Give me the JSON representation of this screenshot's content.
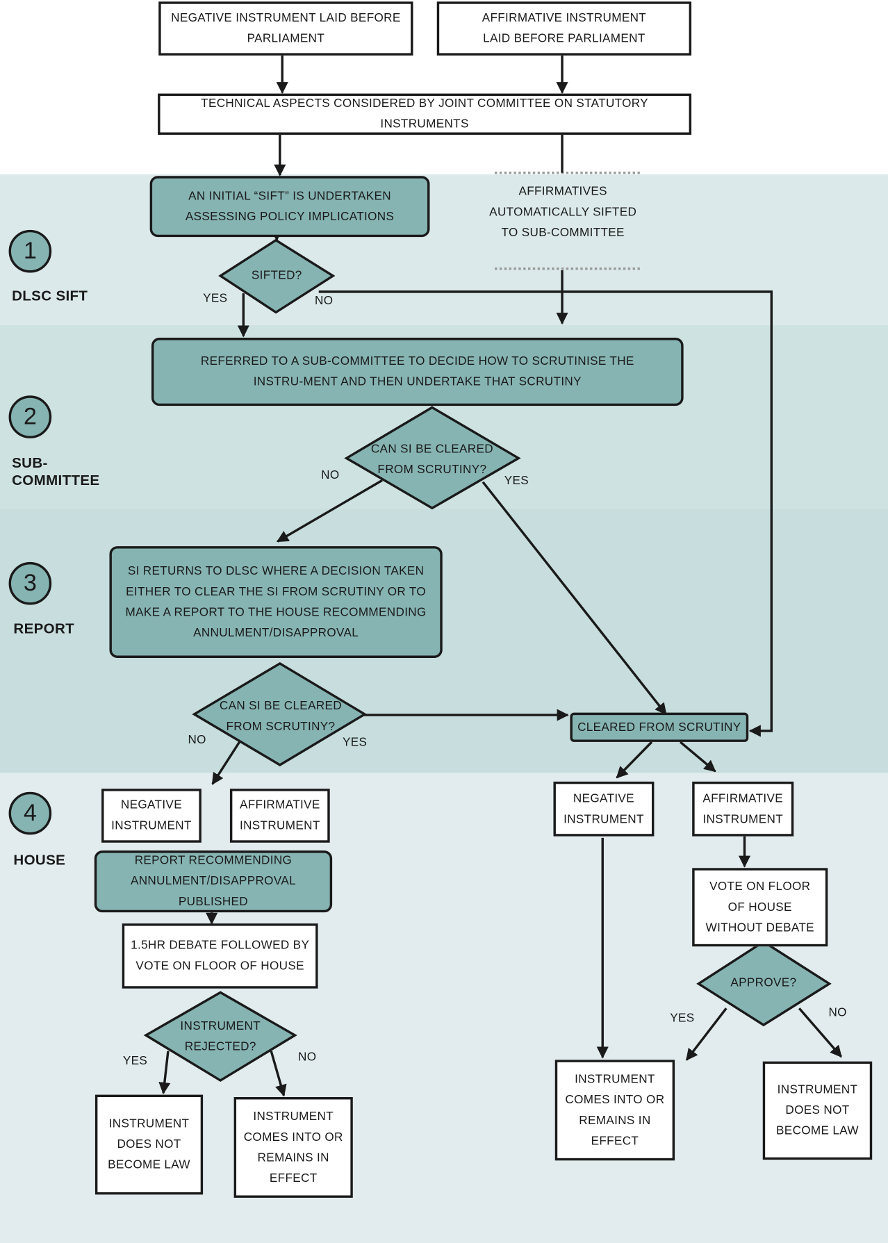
{
  "nodes": {
    "negative_laid": "NEGATIVE INSTRUMENT LAID BEFORE PARLIAMENT",
    "affirmative_laid": "AFFIRMATIVE INSTRUMENT LAID BEFORE PARLIAMENT",
    "technical": "TECHNICAL ASPECTS CONSIDERED BY JOINT COMMITTEE ON STATUTORY INSTRUMENTS",
    "initial_sift": "AN INITIAL “SIFT” IS UNDERTAKEN ASSESSING POLICY IMPLICATIONS",
    "affirmatives_sifted": "AFFIRMATIVES AUTOMATICALLY SIFTED TO SUB-COMMITTEE",
    "sifted_q": "SIFTED?",
    "referred": "REFERRED TO A SUB-COMMITTEE TO DECIDE HOW TO SCRUTINISE THE INSTRU-MENT AND THEN UNDERTAKE THAT SCRUTINY",
    "cleared_q1": "CAN SI BE CLEARED FROM SCRUTINY?",
    "returns": "SI RETURNS TO DLSC WHERE A DECISION TAKEN EITHER TO CLEAR THE SI FROM SCRUTINY OR TO MAKE A REPORT TO THE HOUSE RECOMMENDING ANNULMENT/DISAPPROVAL",
    "cleared_q2": "CAN SI BE CLEARED FROM SCRUTINY?",
    "cleared": "CLEARED FROM SCRUTINY",
    "neg_left": "NEGATIVE INSTRUMENT",
    "aff_left": "AFFIRMATIVE INSTRUMENT",
    "report_published": "REPORT RECOMMENDING ANNULMENT/DISAPPROVAL PUBLISHED",
    "debate": "1.5HR DEBATE FOLLOWED BY VOTE ON FLOOR OF HOUSE",
    "rejected_q": "INSTRUMENT REJECTED?",
    "not_law_left": "INSTRUMENT DOES NOT BECOME LAW",
    "effect_left": "INSTRUMENT COMES INTO OR REMAINS IN EFFECT",
    "neg_right": "NEGATIVE INSTRUMENT",
    "aff_right": "AFFIRMATIVE INSTRUMENT",
    "vote_no_debate": "VOTE ON FLOOR OF HOUSE WITHOUT DEBATE",
    "approve_q": "APPROVE?",
    "effect_right": "INSTRUMENT COMES INTO OR REMAINS IN EFFECT",
    "not_law_right": "INSTRUMENT DOES NOT BECOME LAW"
  },
  "edge_labels": {
    "yes": "YES",
    "no": "NO"
  },
  "stages": [
    {
      "number": "1",
      "label": "DLSC SIFT"
    },
    {
      "number": "2",
      "label": "SUB-COMMITTEE"
    },
    {
      "number": "3",
      "label": "REPORT"
    },
    {
      "number": "4",
      "label": "HOUSE"
    }
  ],
  "colors": {
    "band_1": "#dce9ea",
    "band_2": "#cfe2e2",
    "band_3": "#c8dddd",
    "band_4": "#e2ecee",
    "node_fill": "#86b4b2",
    "stroke": "#1a1a1a"
  }
}
